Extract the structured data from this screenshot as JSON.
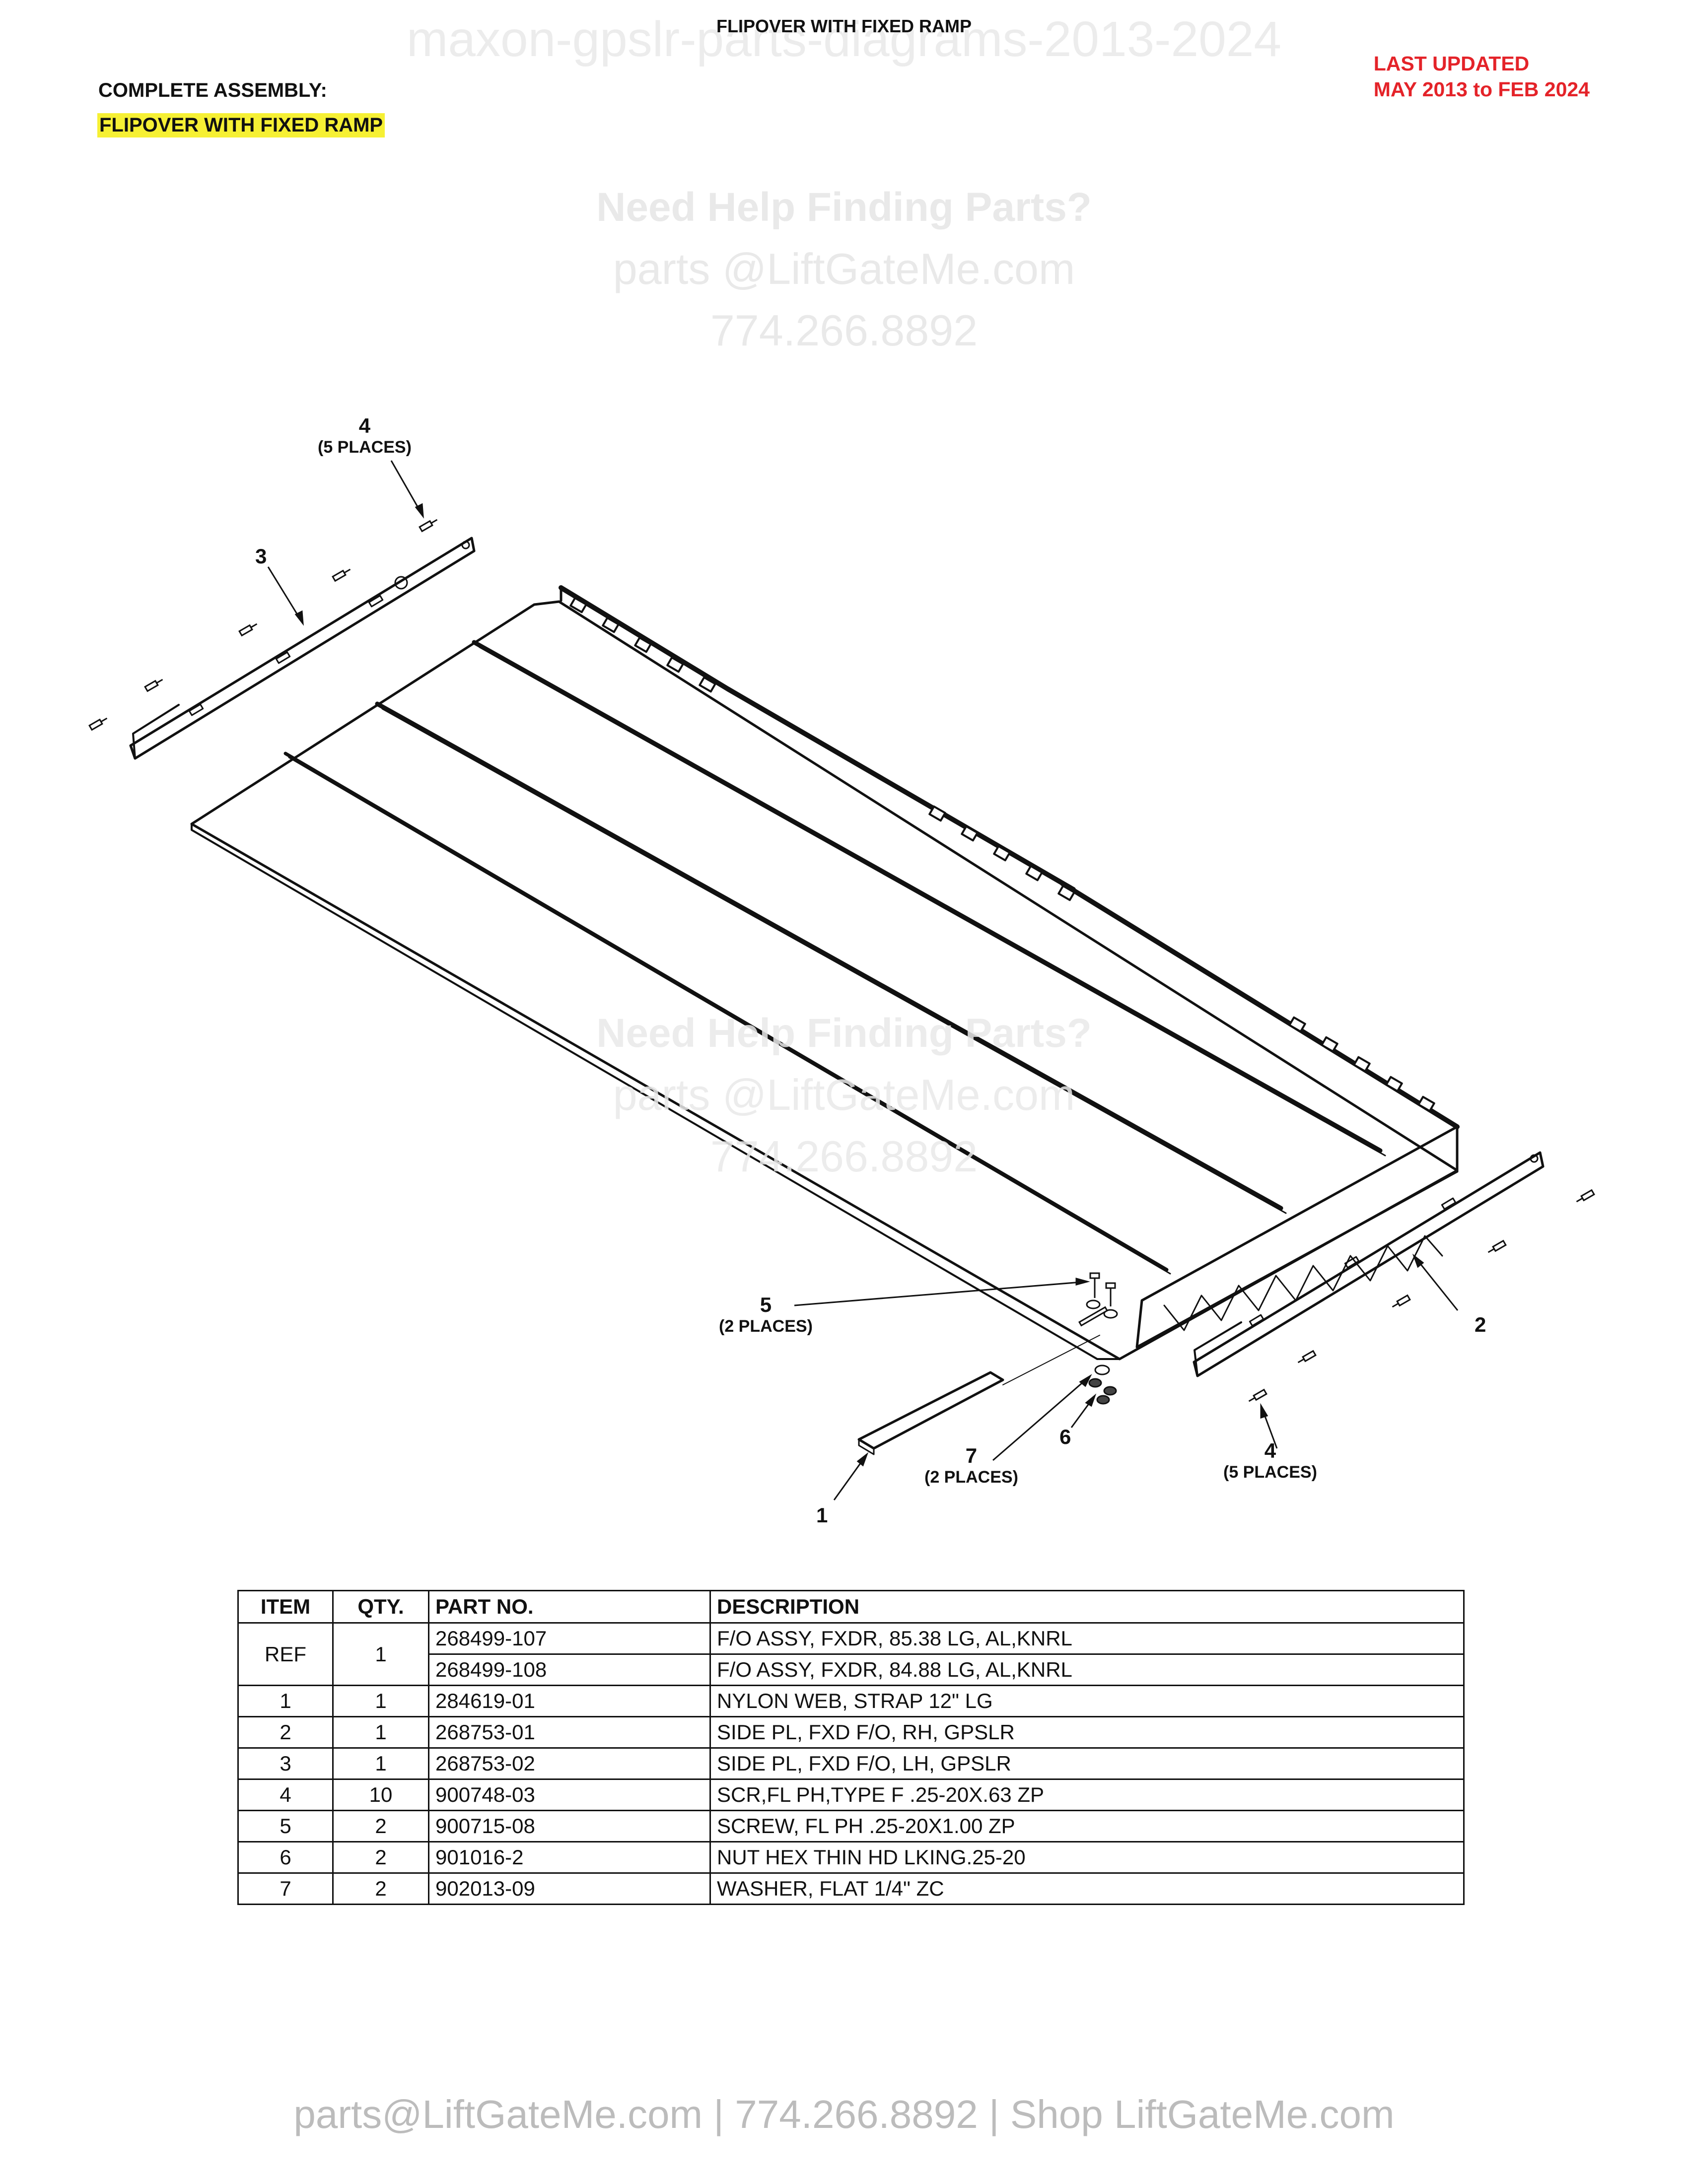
{
  "watermark": {
    "title": "maxon-gpslr-parts-diagrams-2013-2024",
    "help_heading": "Need Help Finding Parts?",
    "help_email": "parts @LiftGateMe.com",
    "help_phone": "774.266.8892"
  },
  "header": {
    "title": "FLIPOVER WITH FIXED RAMP",
    "assembly_label": "COMPLETE ASSEMBLY:",
    "assembly_name": "FLIPOVER WITH FIXED RAMP",
    "last_updated_label": "LAST UPDATED",
    "last_updated_range": "MAY 2013 to FEB 2024",
    "highlight_color": "#f6f034",
    "alert_color": "#e42329"
  },
  "diagram": {
    "callouts": {
      "c4_top": {
        "num": "4",
        "places": "(5 PLACES)"
      },
      "c3": {
        "num": "3"
      },
      "c2": {
        "num": "2"
      },
      "c5": {
        "num": "5",
        "places": "(2 PLACES)"
      },
      "c6": {
        "num": "6"
      },
      "c7": {
        "num": "7",
        "places": "(2 PLACES)"
      },
      "c4_bottom": {
        "num": "4",
        "places": "(5 PLACES)"
      },
      "c1": {
        "num": "1"
      }
    }
  },
  "parts_table": {
    "headers": {
      "item": "ITEM",
      "qty": "QTY.",
      "part_no": "PART NO.",
      "description": "DESCRIPTION"
    },
    "ref": {
      "item": "REF",
      "qty": "1",
      "rows": [
        {
          "part_no": "268499-107",
          "description": "F/O ASSY, FXDR, 85.38 LG, AL,KNRL"
        },
        {
          "part_no": "268499-108",
          "description": "F/O ASSY, FXDR, 84.88 LG, AL,KNRL"
        }
      ]
    },
    "rows": [
      {
        "item": "1",
        "qty": "1",
        "part_no": "284619-01",
        "description": "NYLON WEB, STRAP 12\" LG"
      },
      {
        "item": "2",
        "qty": "1",
        "part_no": "268753-01",
        "description": "SIDE PL, FXD F/O, RH, GPSLR"
      },
      {
        "item": "3",
        "qty": "1",
        "part_no": "268753-02",
        "description": "SIDE PL, FXD F/O, LH, GPSLR"
      },
      {
        "item": "4",
        "qty": "10",
        "part_no": "900748-03",
        "description": "SCR,FL PH,TYPE F .25-20X.63 ZP"
      },
      {
        "item": "5",
        "qty": "2",
        "part_no": "900715-08",
        "description": "SCREW, FL PH .25-20X1.00 ZP"
      },
      {
        "item": "6",
        "qty": "2",
        "part_no": "901016-2",
        "description": "NUT HEX THIN HD LKING.25-20"
      },
      {
        "item": "7",
        "qty": "2",
        "part_no": "902013-09",
        "description": "WASHER, FLAT 1/4\" ZC"
      }
    ]
  },
  "footer": {
    "text": "parts@LiftGateMe.com | 774.266.8892 | Shop LiftGateMe.com"
  }
}
